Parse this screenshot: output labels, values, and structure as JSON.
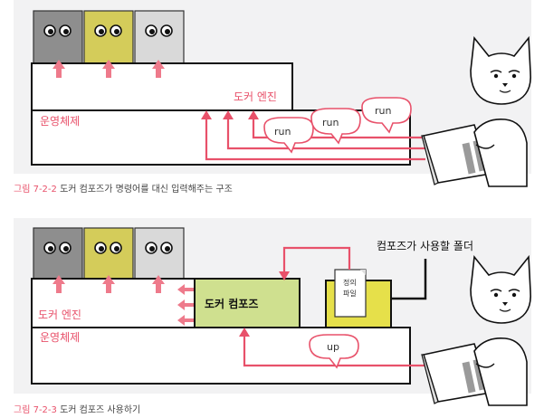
{
  "figure1": {
    "labels": {
      "engine": "도커 엔진",
      "os": "운영체제"
    },
    "commands": [
      "run",
      "run",
      "run"
    ],
    "caption": {
      "number": "그림 7-2-2",
      "text": " 도커 컴포즈가 명령어를 대신 입력해주는 구조"
    }
  },
  "figure2": {
    "labels": {
      "engine": "도커 엔진",
      "os": "운영체제",
      "compose": "도커 컴포즈",
      "folder": "컴포즈가 사용할 폴더",
      "def_file_line1": "정의",
      "def_file_line2": "파일"
    },
    "commands": [
      "up"
    ],
    "caption": {
      "number": "그림 7-2-3",
      "text": " 도커 컴포즈 사용하기"
    }
  },
  "colors": {
    "accent": "#e8516a",
    "panel": "#f2f2f3",
    "container_dark": "#8e8e8e",
    "container_yellow": "#d4cc5a",
    "container_light": "#d9d9d9",
    "compose_green": "#cfe08f",
    "folder_yellow": "#e6e04a"
  }
}
